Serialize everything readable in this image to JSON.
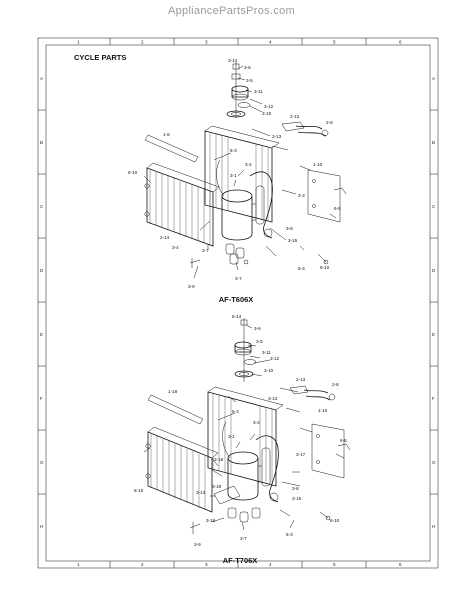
{
  "watermark": "AppliancePartsPros.com",
  "sheet": {
    "title": "CYCLE PARTS",
    "col_labels": [
      "1",
      "2",
      "3",
      "4",
      "5",
      "6"
    ],
    "row_labels": [
      "A",
      "B",
      "C",
      "D",
      "E",
      "F",
      "G",
      "H"
    ]
  },
  "upper": {
    "model": "AF-T606X",
    "labels": {
      "l1": "3-14",
      "l2": "3-6",
      "l3": "3-5",
      "l4": "3-11",
      "l5": "3-10",
      "l6": "3-12",
      "l7": "3-13",
      "l8": "2-13",
      "l9": "2-8",
      "l10": "1-8",
      "l11": "6-3",
      "l12": "3-2",
      "l13": "3-1",
      "l14": "6-10",
      "l15": "1-10",
      "l16": "3-3",
      "l17": "6-5",
      "l18": "2-14",
      "l19": "3-8",
      "l20": "3-15",
      "l21": "3-4",
      "l22": "3-7",
      "l23": "3-7",
      "l24": "6-3",
      "l25": "6-10",
      "l26": "3-9"
    }
  },
  "lower": {
    "model": "AF-T706X",
    "labels": {
      "m1": "6-14",
      "m2": "3-6",
      "m3": "3-5",
      "m4": "3-11",
      "m5": "3-12",
      "m6": "3-10",
      "m7": "2-13",
      "m8": "2-8",
      "m9": "1-18",
      "m10": "3-13",
      "m11": "6-3",
      "m12": "3-2",
      "m13": "1-10",
      "m14": "3-1",
      "m15": "6-5",
      "m16": "3-17",
      "m17": "3-18",
      "m18": "3-14",
      "m19": "3-19",
      "m20": "6-10",
      "m21": "3-8",
      "m22": "3-15",
      "m23": "3-16",
      "m24": "6-10",
      "m25": "3-7",
      "m26": "6-3",
      "m27": "3-9"
    }
  }
}
